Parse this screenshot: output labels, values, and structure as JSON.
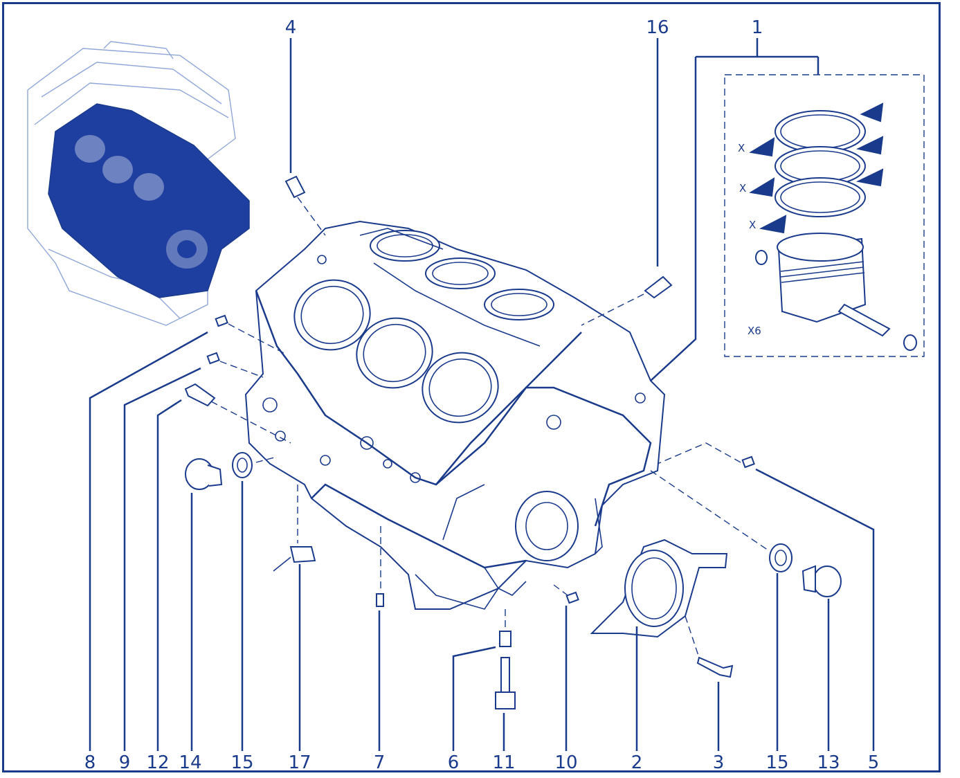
{
  "diagram": {
    "callouts_bottom": [
      {
        "id": "c8",
        "label": "8"
      },
      {
        "id": "c9",
        "label": "9"
      },
      {
        "id": "c12",
        "label": "12"
      },
      {
        "id": "c14",
        "label": "14"
      },
      {
        "id": "c15a",
        "label": "15"
      },
      {
        "id": "c17",
        "label": "17"
      },
      {
        "id": "c7",
        "label": "7"
      },
      {
        "id": "c6",
        "label": "6"
      },
      {
        "id": "c11",
        "label": "11"
      },
      {
        "id": "c10",
        "label": "10"
      },
      {
        "id": "c2",
        "label": "2"
      },
      {
        "id": "c3",
        "label": "3"
      },
      {
        "id": "c15b",
        "label": "15"
      },
      {
        "id": "c13",
        "label": "13"
      },
      {
        "id": "c5",
        "label": "5"
      }
    ],
    "callouts_top": [
      {
        "id": "c4",
        "label": "4"
      },
      {
        "id": "c16",
        "label": "16"
      },
      {
        "id": "c1",
        "label": "1"
      }
    ],
    "piston_kit": {
      "ring_marks": [
        "X",
        "X",
        "X"
      ],
      "quantity": "X6"
    },
    "colors": {
      "line": "#1a3a8c",
      "thumbnail_fill": "#1f3fa0"
    }
  }
}
